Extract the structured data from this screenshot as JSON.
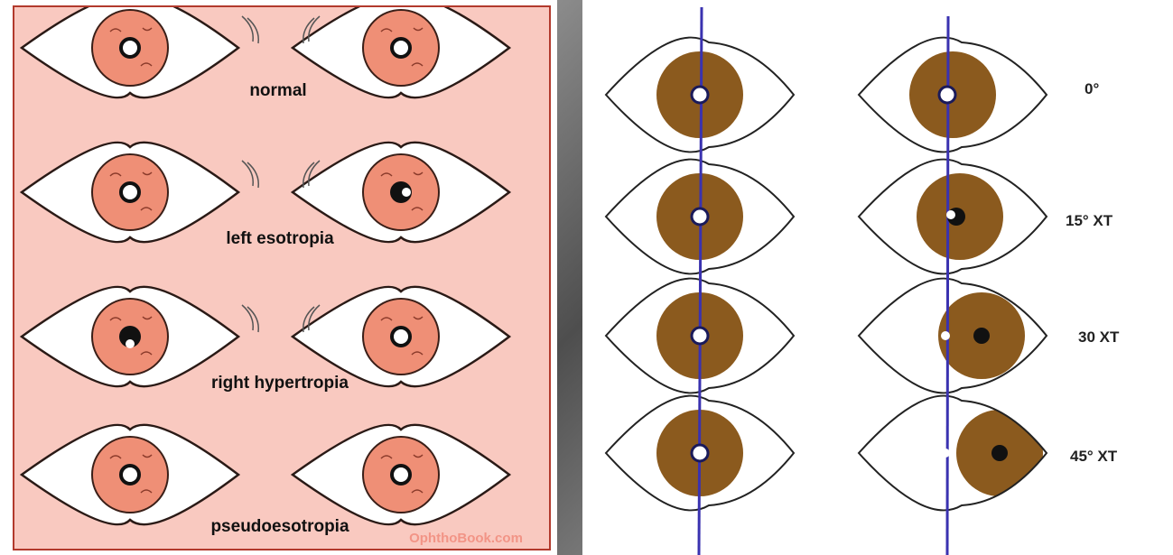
{
  "left_diagram": {
    "rows": [
      {
        "label": "normal"
      },
      {
        "label": "left esotropia"
      },
      {
        "label": "right hypertropia"
      },
      {
        "label": "pseudoesotropia"
      }
    ],
    "watermark": "OphthoBook.com",
    "colors": {
      "background": "#f9c9c0",
      "iris": "#ef8f76",
      "border": "#b23a2d"
    }
  },
  "right_diagram": {
    "rows": [
      {
        "label": "0°"
      },
      {
        "label": "15° XT"
      },
      {
        "label": "30 XT"
      },
      {
        "label": "45° XT"
      }
    ],
    "colors": {
      "iris": "#8b5a1e",
      "reference_line": "#3a32b0"
    }
  }
}
